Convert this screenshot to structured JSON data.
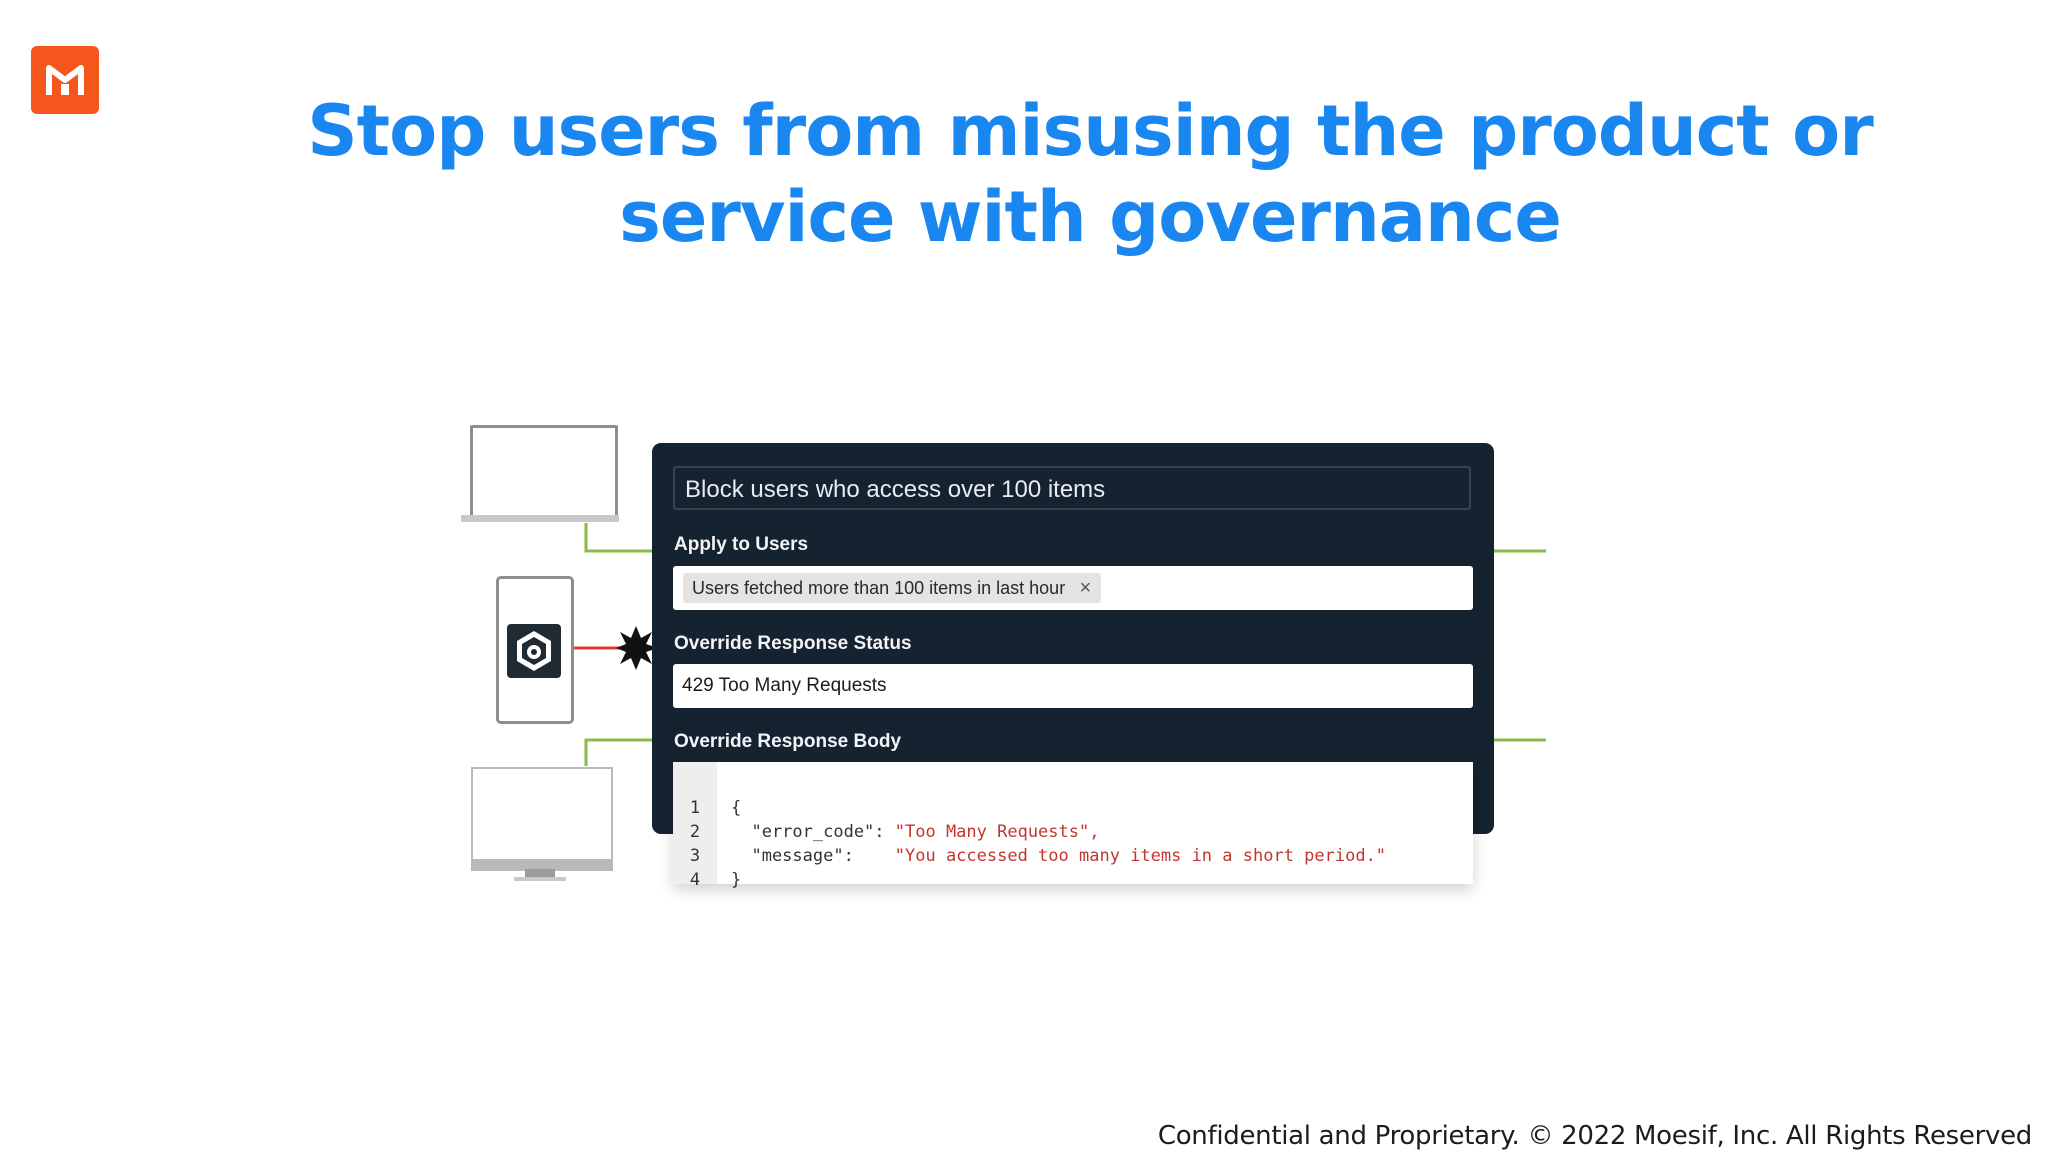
{
  "logo": {
    "icon": "moesif-logo-icon",
    "brand_color": "#f4561c"
  },
  "slide": {
    "title": "Stop users from misusing the product or service with governance",
    "title_color": "#1a86f0"
  },
  "rule": {
    "name": "Block users who access over 100 items",
    "apply_label": "Apply to Users",
    "cohort_chip": "Users fetched more than 100 items in last hour",
    "chip_remove": "×",
    "status_label": "Override Response Status",
    "status_value": "429 Too Many Requests",
    "body_label": "Override Response Body",
    "panel_color": "#152230"
  },
  "code": {
    "lines": [
      {
        "num": "1",
        "key": "{",
        "value": ""
      },
      {
        "num": "2",
        "key": "  \"error_code\": ",
        "value": "\"Too Many Requests\","
      },
      {
        "num": "3",
        "key": "  \"message\":    ",
        "value": "\"You accessed too many items in a short period.\""
      },
      {
        "num": "4",
        "key": "}",
        "value": ""
      }
    ],
    "string_color": "#c3362f"
  },
  "devices": [
    "laptop-icon",
    "mobile-phone-icon",
    "desktop-monitor-icon"
  ],
  "footer": {
    "text": "Confidential and Proprietary. © 2022 Moesif, Inc. All Rights Reserved"
  }
}
